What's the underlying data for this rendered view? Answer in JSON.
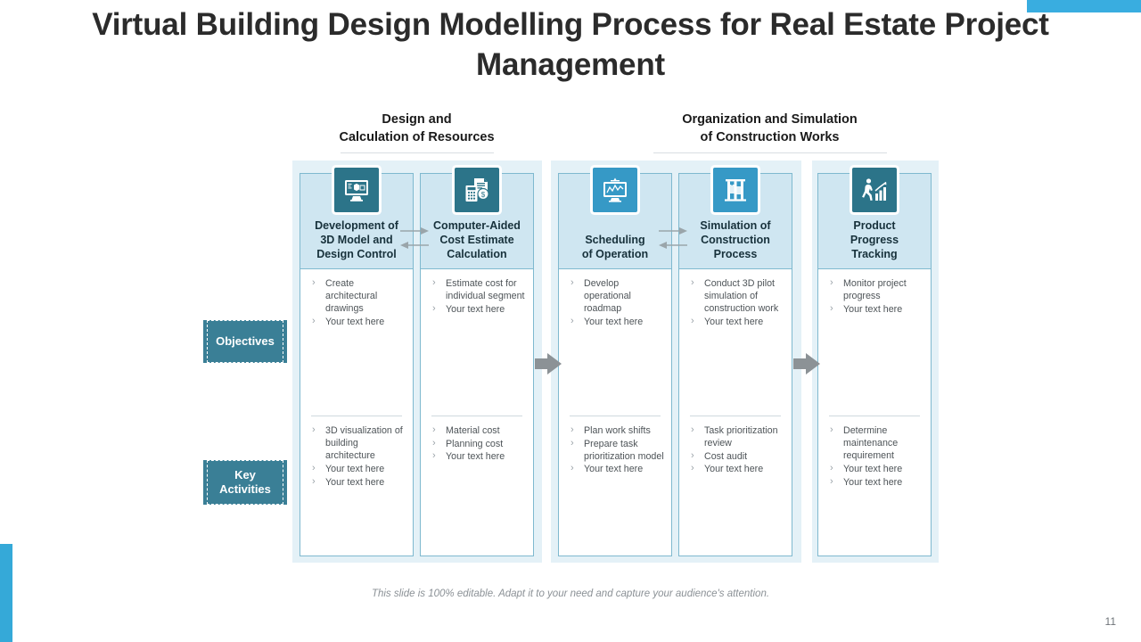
{
  "slide": {
    "title": "Virtual Building Design Modelling Process for Real Estate Project Management",
    "footer_note": "This slide is 100% editable. Adapt it to your need and capture your audience's attention.",
    "page_number": "11",
    "accent_color": "#39ade0",
    "icon_dark_color": "#2c7489",
    "icon_light_color": "#3699c6",
    "panel_color": "#e4f1f7",
    "card_head_color": "#cfe6f1",
    "label_color": "#3a7f96"
  },
  "groups": [
    {
      "id": "group-1",
      "title_line1": "Design and",
      "title_line2": "Calculation of Resources"
    },
    {
      "id": "group-2",
      "title_line1": "Organization and Simulation",
      "title_line2": "of Construction Works"
    }
  ],
  "row_labels": [
    {
      "id": "objectives",
      "label": "Objectives"
    },
    {
      "id": "key-activities",
      "label_line1": "Key",
      "label_line2": "Activities"
    }
  ],
  "columns": [
    {
      "id": "development-of-3d-model",
      "icon": "monitor-3d-model-icon",
      "icon_color": "#2c7489",
      "title_lines": [
        "Development of",
        "3D Model and",
        "Design Control"
      ],
      "objectives": [
        "Create architectural drawings",
        "Your text here"
      ],
      "key_activities": [
        "3D visualization of building architecture",
        "Your text here",
        "Your text here"
      ]
    },
    {
      "id": "computer-aided-cost-estimate",
      "icon": "calculator-invoice-icon",
      "icon_color": "#2c7489",
      "title_lines": [
        "Computer-Aided",
        "Cost  Estimate",
        "Calculation"
      ],
      "objectives": [
        "Estimate cost for individual segment",
        "Your text here"
      ],
      "key_activities": [
        "Material cost",
        "Planning cost",
        "Your text here"
      ]
    },
    {
      "id": "scheduling-of-operation",
      "icon": "monitor-chart-icon",
      "icon_color": "#3699c6",
      "title_lines": [
        "Scheduling",
        "of Operation"
      ],
      "objectives": [
        "Develop operational roadmap",
        "Your text here"
      ],
      "key_activities": [
        "Plan work shifts",
        "Prepare task prioritization model",
        "Your text here"
      ]
    },
    {
      "id": "simulation-of-construction-process",
      "icon": "construction-crane-icon",
      "icon_color": "#3699c6",
      "title_lines": [
        "Simulation of",
        "Construction",
        "Process"
      ],
      "objectives": [
        "Conduct 3D pilot simulation of construction work",
        "Your text here"
      ],
      "key_activities": [
        "Task prioritization review",
        "Cost audit",
        "Your text here"
      ]
    },
    {
      "id": "product-progress-tracking",
      "icon": "person-growth-chart-icon",
      "icon_color": "#2c7489",
      "title_lines": [
        "Product",
        "Progress",
        "Tracking"
      ],
      "objectives": [
        "Monitor project progress",
        "Your text here"
      ],
      "key_activities": [
        "Determine maintenance requirement",
        "Your text here",
        "Your text here"
      ]
    }
  ]
}
